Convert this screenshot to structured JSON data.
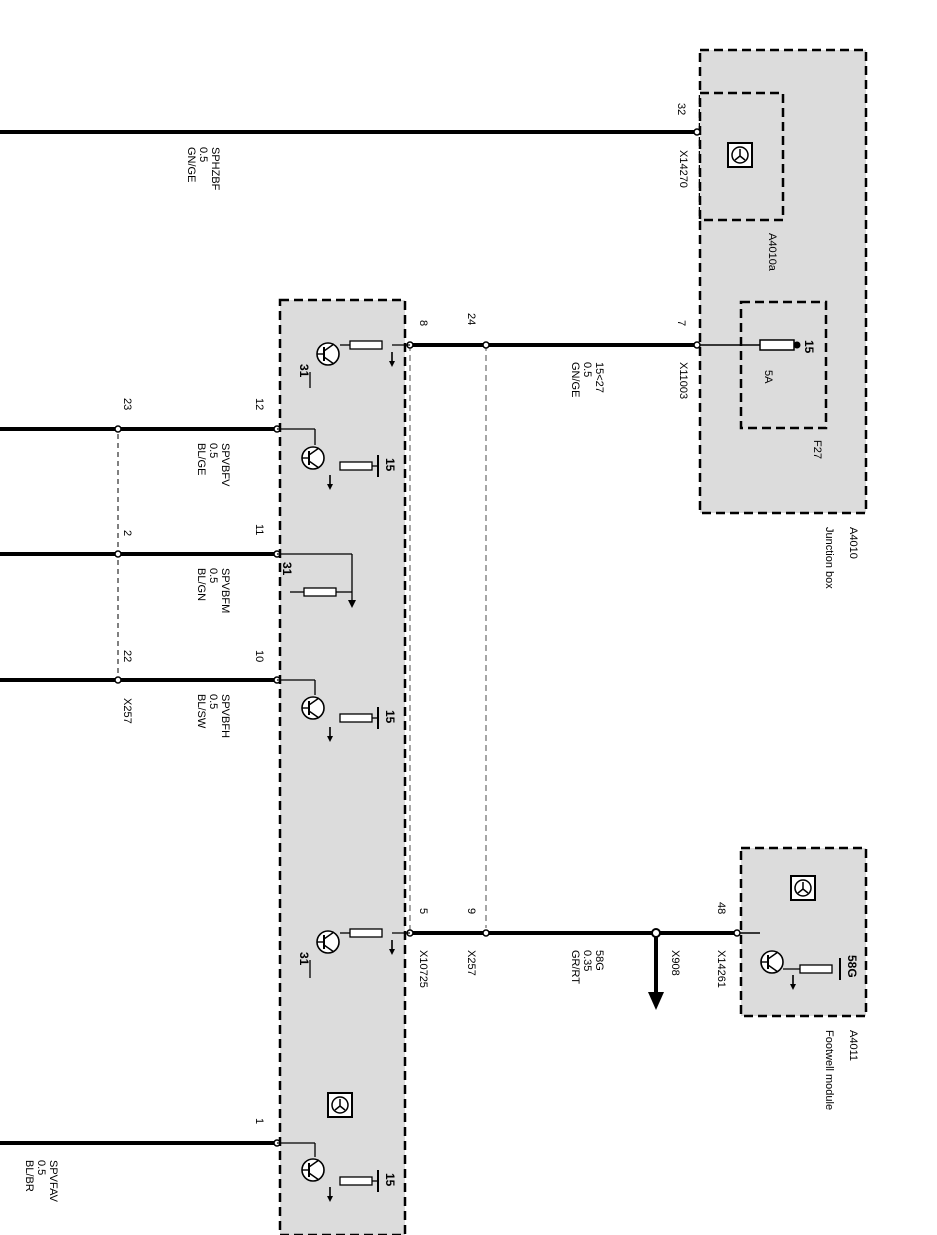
{
  "modules": {
    "junction_box": {
      "id": "A4010",
      "name": "Junction box",
      "sub_id": "A4010a"
    },
    "footwell_module": {
      "id": "A4011",
      "name": "Footwell module"
    }
  },
  "fuse": {
    "id": "F27",
    "rating": "5A",
    "terminal": "15"
  },
  "connectors": {
    "x14270": "X14270",
    "x11003": "X11003",
    "x14261": "X14261",
    "x257": "X257",
    "x257_left": "X257",
    "x10725": "X10725",
    "x908": "X908"
  },
  "pins": {
    "p32": "32",
    "p7": "7",
    "p24": "24",
    "p8": "8",
    "p12": "12",
    "p23": "23",
    "p11": "11",
    "p2": "2",
    "p10": "10",
    "p22": "22",
    "p48": "48",
    "p9": "9",
    "p5": "5",
    "p1": "1"
  },
  "terminals": {
    "t15": "15",
    "t31": "31",
    "t58g": "58G"
  },
  "wires": {
    "spvfaw": {
      "name": "SPVFAV",
      "size": "0.5",
      "color": "BL/BR"
    },
    "sphzbf": {
      "name": "SPHZBF",
      "size": "0.5",
      "color": "GN/GE"
    },
    "w15_27": {
      "name": "15<27",
      "size": "0.5",
      "color": "GN/GE"
    },
    "spvbfv": {
      "name": "SPVBFV",
      "size": "0.5",
      "color": "BL/GE"
    },
    "spvbfm": {
      "name": "SPVBFM",
      "size": "0.5",
      "color": "BL/GN"
    },
    "spvbfh": {
      "name": "SPVBFH",
      "size": "0.5",
      "color": "BL/SW"
    },
    "w58g": {
      "name": "58G",
      "size": "0.35",
      "color": "GR/RT"
    }
  },
  "colors": {
    "module_fill": "#dcdcdc",
    "line": "#000000",
    "shield": "#888888"
  }
}
